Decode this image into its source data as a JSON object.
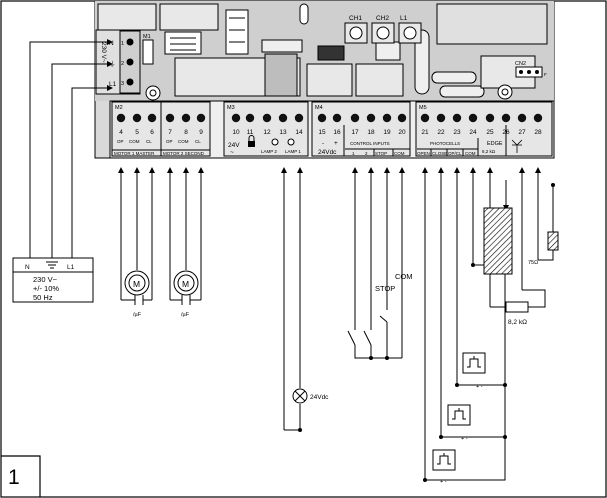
{
  "figure_number": "1",
  "m1": {
    "name": "M1",
    "voltage": "230 V~",
    "pins": [
      "N",
      "⏚",
      "L1"
    ],
    "numbers": [
      "1",
      "2",
      "3"
    ]
  },
  "board": {
    "ch1": "CH1",
    "ch2": "CH2",
    "l1": "L1",
    "cn2": "CN2",
    "cn2_pins": "1 2 3",
    "cn2_f": "F"
  },
  "m2": {
    "name": "M2",
    "numbers": [
      "4",
      "5",
      "6",
      "7",
      "8",
      "9"
    ],
    "labels": [
      "OP",
      "COM",
      "CL",
      "OP",
      "COM",
      "CL"
    ],
    "motor1": "MOTOR 1 MASTER",
    "motor2": "MOTOR 2 SECOND"
  },
  "m3": {
    "name": "M3",
    "numbers": [
      "10",
      "11",
      "12",
      "13",
      "14"
    ],
    "v24": "24V",
    "tilde": "~",
    "lamp2": "LAMP 2",
    "lamp1": "LAMP 1"
  },
  "m4": {
    "name": "M4",
    "numbers": [
      "15",
      "16",
      "17",
      "18",
      "19",
      "20"
    ],
    "minus": "-",
    "plus": "+",
    "vdc": "24Vdc",
    "control": "CONTROL INPUTS",
    "c1": "1",
    "c2": "2",
    "stop": "STOP",
    "com": "COM"
  },
  "m5": {
    "name": "M5",
    "numbers": [
      "21",
      "22",
      "23",
      "24",
      "25",
      "26",
      "27",
      "28"
    ],
    "photocells": "PHOTOCELLS",
    "edge": "EDGE",
    "edge_val": "8,2 kΩ",
    "open": "OPEN",
    "close": "CLOSE",
    "opcl": "OP/CL",
    "comm": "COM"
  },
  "mains": {
    "n": "N",
    "l1": "L1",
    "line1": "230 V~",
    "line2": "+/- 10%",
    "line3": "50 Hz"
  },
  "motor_label": "M",
  "cap_label": "/µF",
  "lamp_label": "24Vdc",
  "stop_label": "STOP",
  "com_label": "COM",
  "res1_label": "8,2 kΩ",
  "res2_label": "75Ω",
  "pm": "+ -"
}
